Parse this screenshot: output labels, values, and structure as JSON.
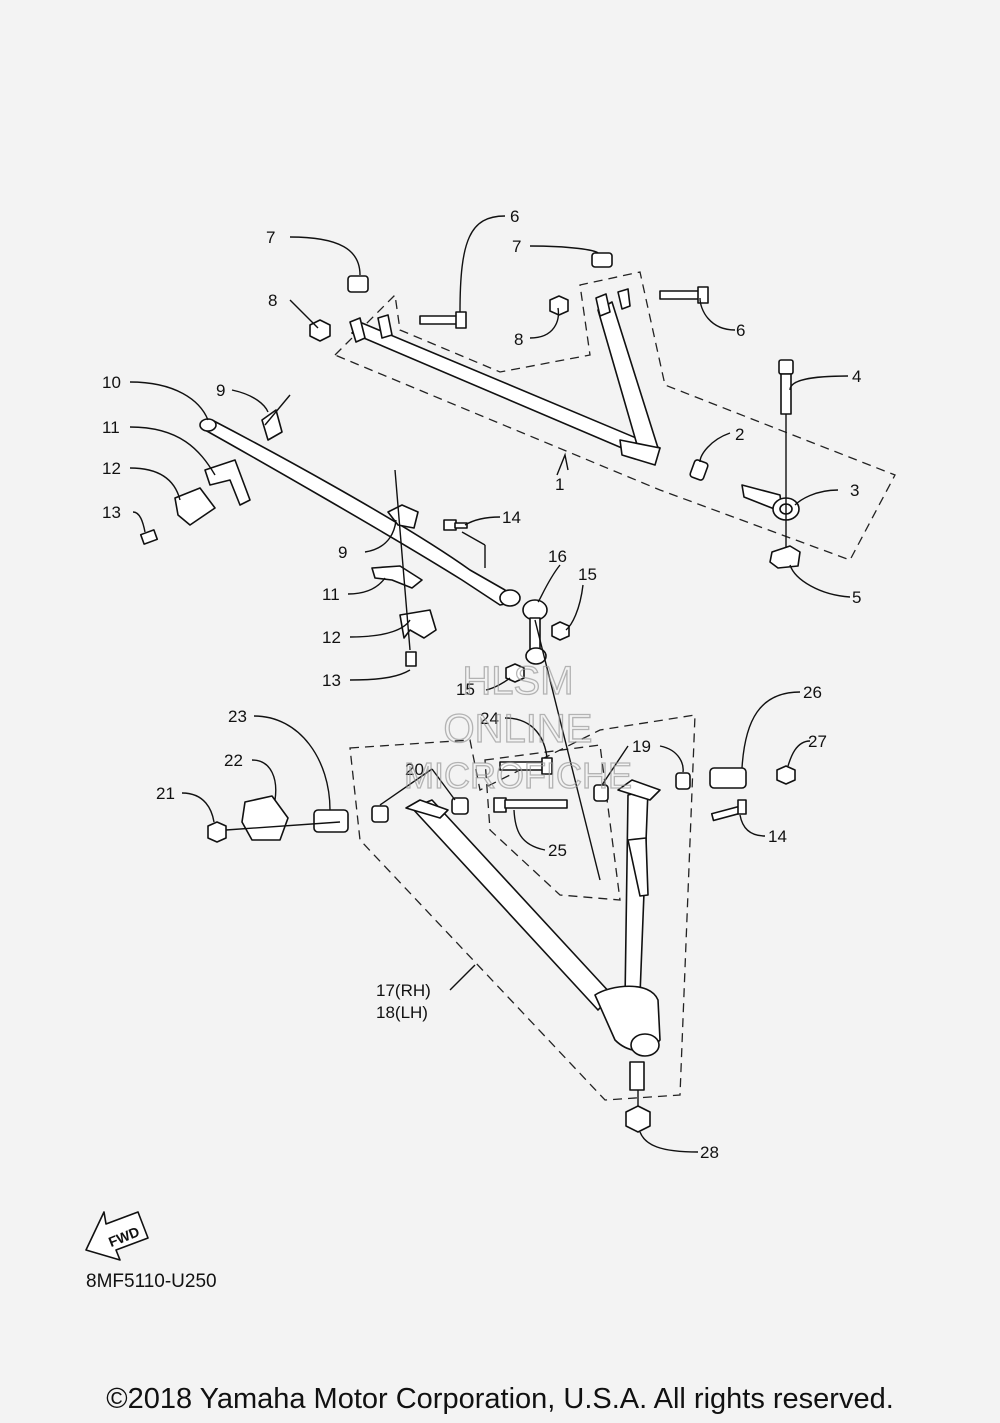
{
  "callouts": {
    "c1": "1",
    "c2": "2",
    "c3": "3",
    "c4": "4",
    "c5": "5",
    "c6a": "6",
    "c6b": "6",
    "c7a": "7",
    "c7b": "7",
    "c8a": "8",
    "c8b": "8",
    "c9a": "9",
    "c9b": "9",
    "c10": "10",
    "c11a": "11",
    "c11b": "11",
    "c12a": "12",
    "c12b": "12",
    "c13a": "13",
    "c13b": "13",
    "c14a": "14",
    "c14b": "14",
    "c15a": "15",
    "c15b": "15",
    "c16": "16",
    "c17": "17(RH)",
    "c18": "18(LH)",
    "c19": "19",
    "c20": "20",
    "c21": "21",
    "c22": "22",
    "c23": "23",
    "c24": "24",
    "c25": "25",
    "c26": "26",
    "c27": "27",
    "c28": "28"
  },
  "watermark": {
    "line1": "HLSM",
    "line2": "ONLINE",
    "line3": "MICROFICHE"
  },
  "fwd_label": "FWD",
  "diagram_code": "8MF5110-U250",
  "copyright": "©2018 Yamaha Motor Corporation, U.S.A. All rights reserved."
}
